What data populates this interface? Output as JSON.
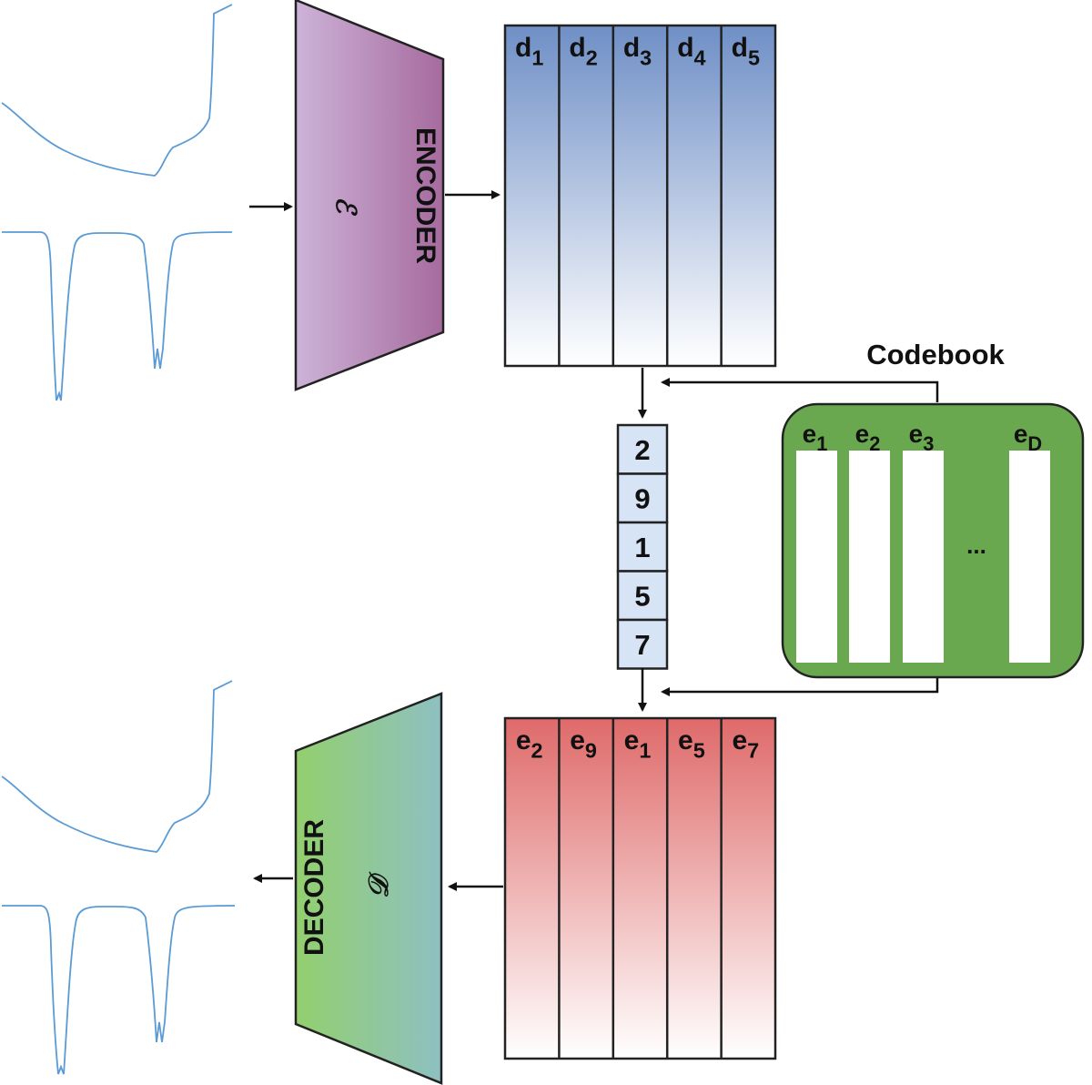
{
  "encoder": {
    "label": "ENCODER",
    "symbol": "ℰ"
  },
  "decoder": {
    "label": "DECODER",
    "symbol": "𝒟"
  },
  "latent_columns": [
    {
      "base": "d",
      "sub": "1"
    },
    {
      "base": "d",
      "sub": "2"
    },
    {
      "base": "d",
      "sub": "3"
    },
    {
      "base": "d",
      "sub": "4"
    },
    {
      "base": "d",
      "sub": "5"
    }
  ],
  "indices": [
    "2",
    "9",
    "1",
    "5",
    "7"
  ],
  "quantized_columns": [
    {
      "base": "e",
      "sub": "2"
    },
    {
      "base": "e",
      "sub": "9"
    },
    {
      "base": "e",
      "sub": "1"
    },
    {
      "base": "e",
      "sub": "5"
    },
    {
      "base": "e",
      "sub": "7"
    }
  ],
  "codebook": {
    "title": "Codebook",
    "entries": [
      {
        "base": "e",
        "sub": "1"
      },
      {
        "base": "e",
        "sub": "2"
      },
      {
        "base": "e",
        "sub": "3"
      },
      {
        "base": "e",
        "sub": "D"
      }
    ],
    "ellipsis": "..."
  },
  "colors": {
    "encoder": "#b089bb",
    "decoder": "#86c27a",
    "latent": "#6f8fc6",
    "quantized": "#e07070",
    "codebook": "#6aa84f",
    "index_box": "#d6e4f5",
    "signal": "#5b9bd5"
  }
}
